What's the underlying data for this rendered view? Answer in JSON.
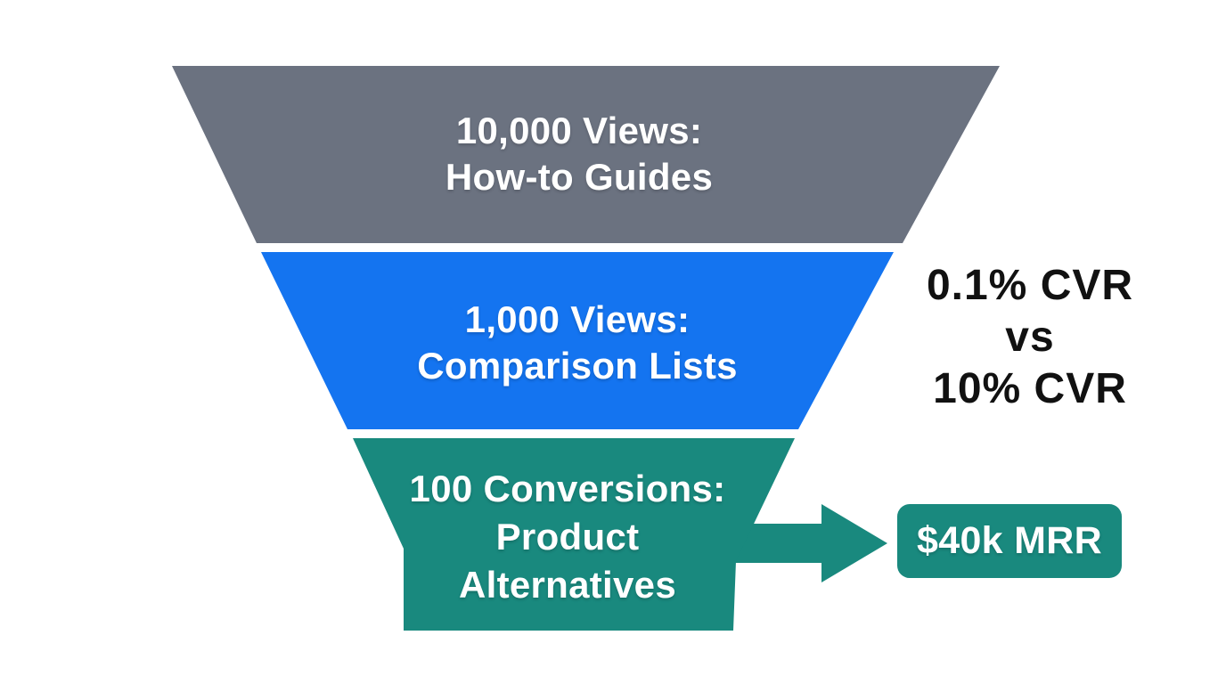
{
  "canvas": {
    "background": "#ffffff"
  },
  "funnel": {
    "text_color": "#ffffff",
    "stages": [
      {
        "name": "how-to-guides",
        "value": "10,000",
        "lines": [
          "10,000 Views:",
          "How-to Guides"
        ],
        "color": "#6b7280"
      },
      {
        "name": "comparison-lists",
        "value": "1,000",
        "lines": [
          "1,000 Views:",
          "Comparison Lists"
        ],
        "color": "#1474f0"
      },
      {
        "name": "product-alternatives",
        "value": "100",
        "lines": [
          "100 Conversions:",
          "Product",
          "Alternatives"
        ],
        "color": "#19897e"
      }
    ]
  },
  "annotation": {
    "lines": [
      "0.1% CVR",
      "vs",
      "10% CVR"
    ],
    "color": "#111111"
  },
  "arrow": {
    "color": "#19897e"
  },
  "result_badge": {
    "label": "$40k MRR",
    "background": "#19897e",
    "text_color": "#ffffff"
  }
}
